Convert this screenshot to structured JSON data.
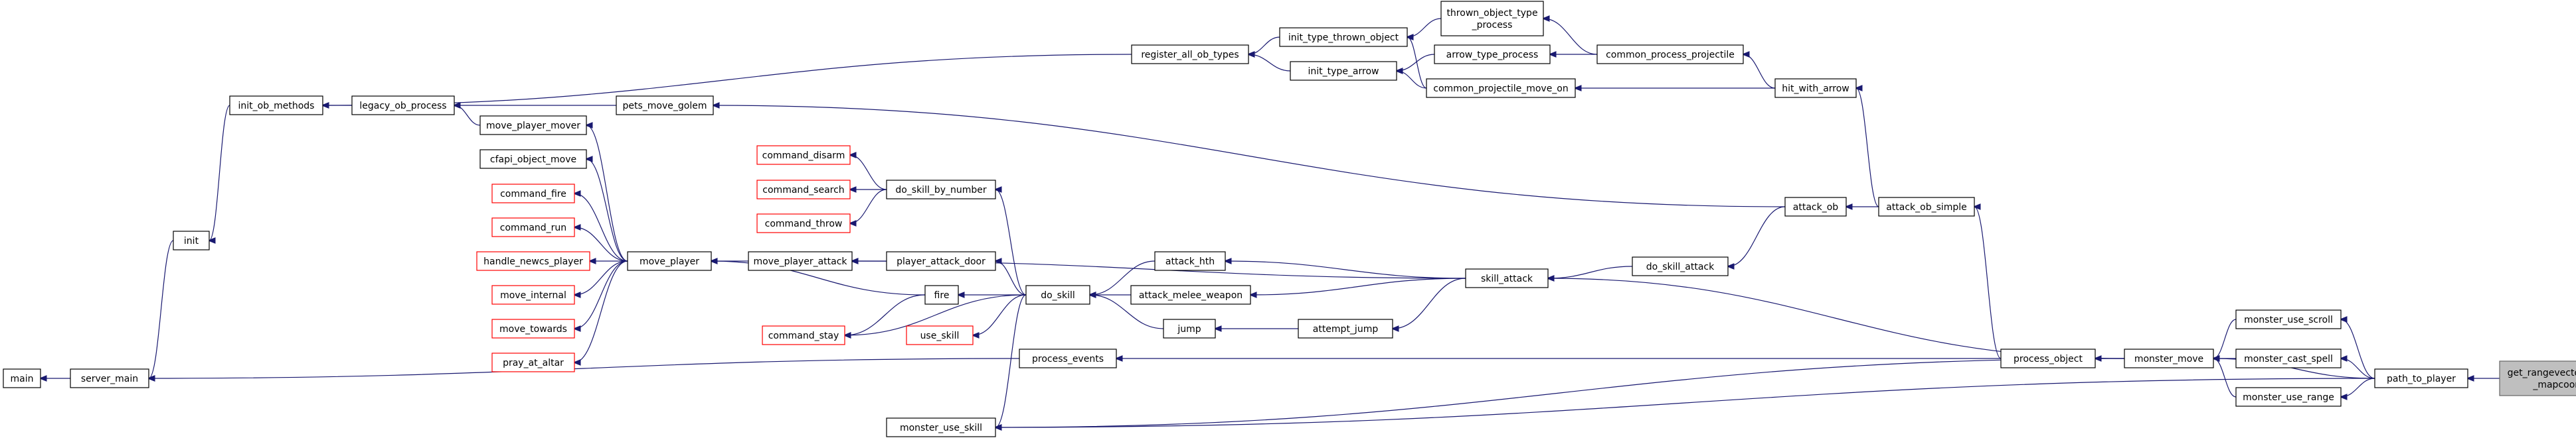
{
  "colors": {
    "edge": "#191970",
    "target_fill": "#bfbfbf",
    "warn_border": "#ff0000",
    "normal_border": "#000000"
  },
  "nodes": [
    {
      "id": "main",
      "label": [
        "main"
      ],
      "kind": "normal"
    },
    {
      "id": "server_main",
      "label": [
        "server_main"
      ],
      "kind": "normal"
    },
    {
      "id": "init",
      "label": [
        "init"
      ],
      "kind": "normal"
    },
    {
      "id": "init_ob_methods",
      "label": [
        "init_ob_methods"
      ],
      "kind": "normal"
    },
    {
      "id": "legacy_ob_process",
      "label": [
        "legacy_ob_process"
      ],
      "kind": "normal"
    },
    {
      "id": "move_player_mover",
      "label": [
        "move_player_mover"
      ],
      "kind": "normal"
    },
    {
      "id": "cfapi_object_move",
      "label": [
        "cfapi_object_move"
      ],
      "kind": "normal"
    },
    {
      "id": "command_fire",
      "label": [
        "command_fire"
      ],
      "kind": "warn"
    },
    {
      "id": "command_run",
      "label": [
        "command_run"
      ],
      "kind": "warn"
    },
    {
      "id": "handle_newcs_player",
      "label": [
        "handle_newcs_player"
      ],
      "kind": "warn"
    },
    {
      "id": "move_internal",
      "label": [
        "move_internal"
      ],
      "kind": "warn"
    },
    {
      "id": "move_towards",
      "label": [
        "move_towards"
      ],
      "kind": "warn"
    },
    {
      "id": "pray_at_altar",
      "label": [
        "pray_at_altar"
      ],
      "kind": "warn"
    },
    {
      "id": "move_player",
      "label": [
        "move_player"
      ],
      "kind": "normal"
    },
    {
      "id": "pets_move_golem",
      "label": [
        "pets_move_golem"
      ],
      "kind": "normal"
    },
    {
      "id": "command_disarm",
      "label": [
        "command_disarm"
      ],
      "kind": "warn"
    },
    {
      "id": "command_search",
      "label": [
        "command_search"
      ],
      "kind": "warn"
    },
    {
      "id": "command_throw",
      "label": [
        "command_throw"
      ],
      "kind": "warn"
    },
    {
      "id": "do_skill_by_number",
      "label": [
        "do_skill_by_number"
      ],
      "kind": "normal"
    },
    {
      "id": "move_player_attack",
      "label": [
        "move_player_attack"
      ],
      "kind": "normal"
    },
    {
      "id": "player_attack_door",
      "label": [
        "player_attack_door"
      ],
      "kind": "normal"
    },
    {
      "id": "fire",
      "label": [
        "fire"
      ],
      "kind": "normal"
    },
    {
      "id": "command_stay",
      "label": [
        "command_stay"
      ],
      "kind": "warn"
    },
    {
      "id": "use_skill",
      "label": [
        "use_skill"
      ],
      "kind": "warn"
    },
    {
      "id": "do_skill",
      "label": [
        "do_skill"
      ],
      "kind": "normal"
    },
    {
      "id": "process_events",
      "label": [
        "process_events"
      ],
      "kind": "normal"
    },
    {
      "id": "monster_use_skill",
      "label": [
        "monster_use_skill"
      ],
      "kind": "normal"
    },
    {
      "id": "attack_hth",
      "label": [
        "attack_hth"
      ],
      "kind": "normal"
    },
    {
      "id": "attack_melee_weapon",
      "label": [
        "attack_melee_weapon"
      ],
      "kind": "normal"
    },
    {
      "id": "jump",
      "label": [
        "jump"
      ],
      "kind": "normal"
    },
    {
      "id": "attempt_jump",
      "label": [
        "attempt_jump"
      ],
      "kind": "normal"
    },
    {
      "id": "register_all_ob_types",
      "label": [
        "register_all_ob_types"
      ],
      "kind": "normal"
    },
    {
      "id": "init_type_thrown_object",
      "label": [
        "init_type_thrown_object"
      ],
      "kind": "normal"
    },
    {
      "id": "init_type_arrow",
      "label": [
        "init_type_arrow"
      ],
      "kind": "normal"
    },
    {
      "id": "thrown_object_type_process",
      "label": [
        "thrown_object_type",
        "_process"
      ],
      "kind": "normal"
    },
    {
      "id": "arrow_type_process",
      "label": [
        "arrow_type_process"
      ],
      "kind": "normal"
    },
    {
      "id": "common_projectile_move_on",
      "label": [
        "common_projectile_move_on"
      ],
      "kind": "normal"
    },
    {
      "id": "common_process_projectile",
      "label": [
        "common_process_projectile"
      ],
      "kind": "normal"
    },
    {
      "id": "skill_attack",
      "label": [
        "skill_attack"
      ],
      "kind": "normal"
    },
    {
      "id": "do_skill_attack",
      "label": [
        "do_skill_attack"
      ],
      "kind": "normal"
    },
    {
      "id": "attack_ob",
      "label": [
        "attack_ob"
      ],
      "kind": "normal"
    },
    {
      "id": "hit_with_arrow",
      "label": [
        "hit_with_arrow"
      ],
      "kind": "normal"
    },
    {
      "id": "attack_ob_simple",
      "label": [
        "attack_ob_simple"
      ],
      "kind": "normal"
    },
    {
      "id": "process_object",
      "label": [
        "process_object"
      ],
      "kind": "normal"
    },
    {
      "id": "monster_move",
      "label": [
        "monster_move"
      ],
      "kind": "normal"
    },
    {
      "id": "monster_use_scroll",
      "label": [
        "monster_use_scroll"
      ],
      "kind": "normal"
    },
    {
      "id": "monster_cast_spell",
      "label": [
        "monster_cast_spell"
      ],
      "kind": "normal"
    },
    {
      "id": "monster_use_range",
      "label": [
        "monster_use_range"
      ],
      "kind": "normal"
    },
    {
      "id": "path_to_player",
      "label": [
        "path_to_player"
      ],
      "kind": "normal"
    },
    {
      "id": "get_rangevector_from_mapcoord",
      "label": [
        "get_rangevector_from",
        "_mapcoord"
      ],
      "kind": "target"
    }
  ],
  "edges": [
    {
      "from": "server_main",
      "to": "main"
    },
    {
      "from": "init",
      "to": "server_main"
    },
    {
      "from": "process_events",
      "to": "server_main"
    },
    {
      "from": "init_ob_methods",
      "to": "init"
    },
    {
      "from": "legacy_ob_process",
      "to": "init_ob_methods"
    },
    {
      "from": "register_all_ob_types",
      "to": "init_ob_methods"
    },
    {
      "from": "pets_move_golem",
      "to": "legacy_ob_process"
    },
    {
      "from": "move_player_mover",
      "to": "legacy_ob_process"
    },
    {
      "from": "move_player",
      "to": "move_player_mover"
    },
    {
      "from": "move_player",
      "to": "cfapi_object_move"
    },
    {
      "from": "move_player",
      "to": "command_fire"
    },
    {
      "from": "move_player",
      "to": "command_run"
    },
    {
      "from": "move_player",
      "to": "handle_newcs_player"
    },
    {
      "from": "move_player",
      "to": "move_internal"
    },
    {
      "from": "move_player",
      "to": "move_towards"
    },
    {
      "from": "move_player",
      "to": "pray_at_altar"
    },
    {
      "from": "move_player_attack",
      "to": "move_player"
    },
    {
      "from": "fire",
      "to": "move_player"
    },
    {
      "from": "do_skill_by_number",
      "to": "command_disarm"
    },
    {
      "from": "do_skill_by_number",
      "to": "command_search"
    },
    {
      "from": "do_skill_by_number",
      "to": "command_throw"
    },
    {
      "from": "do_skill",
      "to": "do_skill_by_number"
    },
    {
      "from": "do_skill",
      "to": "player_attack_door"
    },
    {
      "from": "do_skill",
      "to": "fire"
    },
    {
      "from": "do_skill",
      "to": "command_stay"
    },
    {
      "from": "do_skill",
      "to": "use_skill"
    },
    {
      "from": "do_skill",
      "to": "monster_use_skill"
    },
    {
      "from": "player_attack_door",
      "to": "move_player_attack"
    },
    {
      "from": "fire",
      "to": "command_stay"
    },
    {
      "from": "attack_hth",
      "to": "do_skill"
    },
    {
      "from": "attack_melee_weapon",
      "to": "do_skill"
    },
    {
      "from": "jump",
      "to": "do_skill"
    },
    {
      "from": "attempt_jump",
      "to": "jump"
    },
    {
      "from": "skill_attack",
      "to": "move_player_attack"
    },
    {
      "from": "skill_attack",
      "to": "attack_hth"
    },
    {
      "from": "skill_attack",
      "to": "attack_melee_weapon"
    },
    {
      "from": "skill_attack",
      "to": "attempt_jump"
    },
    {
      "from": "do_skill_attack",
      "to": "skill_attack"
    },
    {
      "from": "monster_move",
      "to": "skill_attack"
    },
    {
      "from": "attack_ob",
      "to": "do_skill_attack"
    },
    {
      "from": "attack_ob",
      "to": "pets_move_golem"
    },
    {
      "from": "attack_ob_simple",
      "to": "attack_ob"
    },
    {
      "from": "attack_ob_simple",
      "to": "hit_with_arrow"
    },
    {
      "from": "hit_with_arrow",
      "to": "common_process_projectile"
    },
    {
      "from": "hit_with_arrow",
      "to": "common_projectile_move_on"
    },
    {
      "from": "common_process_projectile",
      "to": "thrown_object_type_process"
    },
    {
      "from": "common_process_projectile",
      "to": "arrow_type_process"
    },
    {
      "from": "common_projectile_move_on",
      "to": "init_type_thrown_object"
    },
    {
      "from": "common_projectile_move_on",
      "to": "init_type_arrow"
    },
    {
      "from": "thrown_object_type_process",
      "to": "init_type_thrown_object"
    },
    {
      "from": "arrow_type_process",
      "to": "init_type_arrow"
    },
    {
      "from": "init_type_thrown_object",
      "to": "register_all_ob_types"
    },
    {
      "from": "init_type_arrow",
      "to": "register_all_ob_types"
    },
    {
      "from": "process_object",
      "to": "attack_ob_simple"
    },
    {
      "from": "process_object",
      "to": "process_events"
    },
    {
      "from": "monster_move",
      "to": "process_object"
    },
    {
      "from": "monster_move",
      "to": "monster_use_skill"
    },
    {
      "from": "path_to_player",
      "to": "monster_move"
    },
    {
      "from": "path_to_player",
      "to": "monster_use_scroll"
    },
    {
      "from": "path_to_player",
      "to": "monster_cast_spell"
    },
    {
      "from": "path_to_player",
      "to": "monster_use_range"
    },
    {
      "from": "path_to_player",
      "to": "monster_use_skill"
    },
    {
      "from": "monster_use_scroll",
      "to": "monster_move"
    },
    {
      "from": "monster_cast_spell",
      "to": "monster_move"
    },
    {
      "from": "monster_use_range",
      "to": "monster_move"
    },
    {
      "from": "get_rangevector_from_mapcoord",
      "to": "path_to_player"
    }
  ]
}
